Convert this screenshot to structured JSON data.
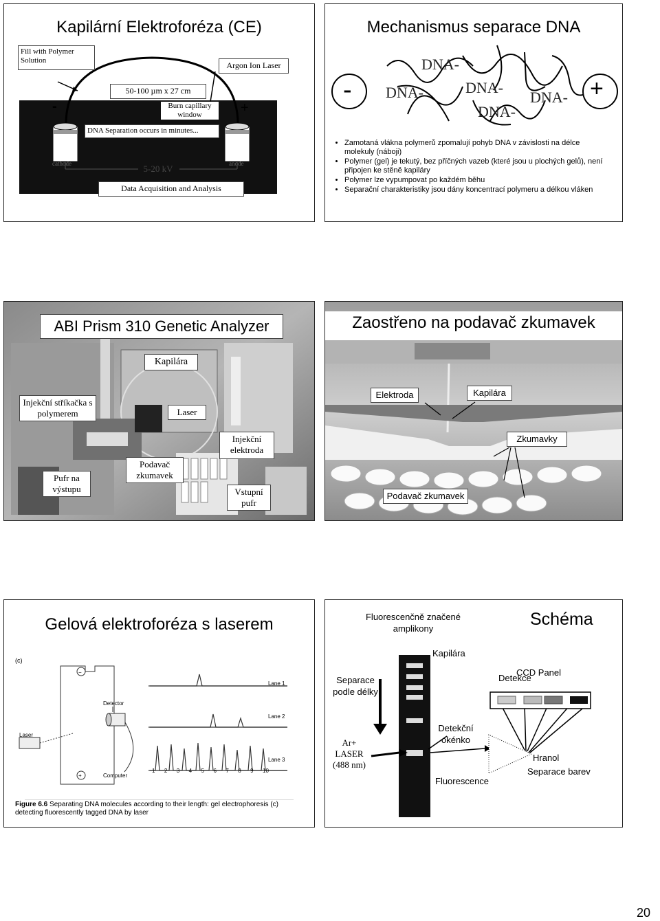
{
  "slide1": {
    "title": "Kapilární Elektroforéza (CE)",
    "fill_label": "Fill with Polymer Solution",
    "size_label": "50-100 µm x 27 cm",
    "laser_label": "Argon Ion Laser",
    "burn_label": "Burn capillary window",
    "minus_sign": "-",
    "plus_sign": "+",
    "separation_label": "DNA Separation occurs in minutes...",
    "voltage_label": "5-20 kV",
    "cathode_label": "cathode",
    "anode_label": "anode",
    "acquisition_label": "Data Acquisition and Analysis"
  },
  "slide2": {
    "title": "Mechanismus separace DNA",
    "minus_sign": "-",
    "plus_sign": "+",
    "dna_labels": [
      "DNA-",
      "DNA-",
      "DNA-",
      "DNA-",
      "DNA-"
    ],
    "bullets": [
      "Zamotaná vlákna polymerů zpomalují pohyb DNA v závislosti na délce molekuly (náboji)",
      "Polymer (gel) je tekutý, bez příčných vazeb (které jsou u plochých gelů), není připojen ke stěně kapiláry",
      "Polymer lze vypumpovat po každém běhu",
      "Separační charakteristiky jsou dány koncentrací polymeru a délkou vláken"
    ]
  },
  "slide3": {
    "title": "ABI Prism 310 Genetic Analyzer",
    "labels": {
      "kapilara": "Kapilára",
      "injekcni_strikacka": "Injekční stříkačka s polymerem",
      "laser": "Laser",
      "injekcni_elektroda": "Injekční elektroda",
      "podavac": "Podavač zkumavek",
      "pufr_vystup": "Pufr na výstupu",
      "vstupni_pufr": "Vstupní pufr"
    }
  },
  "slide4": {
    "title": "Zaostřeno na podavač zkumavek",
    "labels": {
      "elektroda": "Elektroda",
      "kapilara": "Kapilára",
      "zkumavky": "Zkumavky",
      "podavac": "Podavač zkumavek"
    }
  },
  "slide5": {
    "title": "Gelová elektroforéza s laserem",
    "panel_label": "(c)",
    "detector": "Detector",
    "laser": "Laser",
    "computer": "Computer",
    "lanes": [
      "Lane 1",
      "Lane 2",
      "Lane 3"
    ],
    "lane_numbers": [
      "1",
      "2",
      "3",
      "4",
      "5",
      "6",
      "7",
      "8",
      "9",
      "10"
    ],
    "caption_bold": "Figure 6.6",
    "caption": "Separating DNA molecules according to their length: gel electrophoresis (c) detecting fluorescently tagged DNA by laser"
  },
  "slide6": {
    "title": "Schéma",
    "fluor_label": "Fluorescenčně značené amplikony",
    "kapilara": "Kapilára",
    "separace": "Separace podle délky",
    "detekce": "Detekce",
    "ccd_panel": "CCD Panel",
    "laser_label": "Ar+ LASER (488 nm)",
    "okenko": "Detekční okénko",
    "fluorescence": "Fluorescence",
    "hranol": "Hranol",
    "separace_barev": "Separace barev"
  },
  "page_number": "20"
}
